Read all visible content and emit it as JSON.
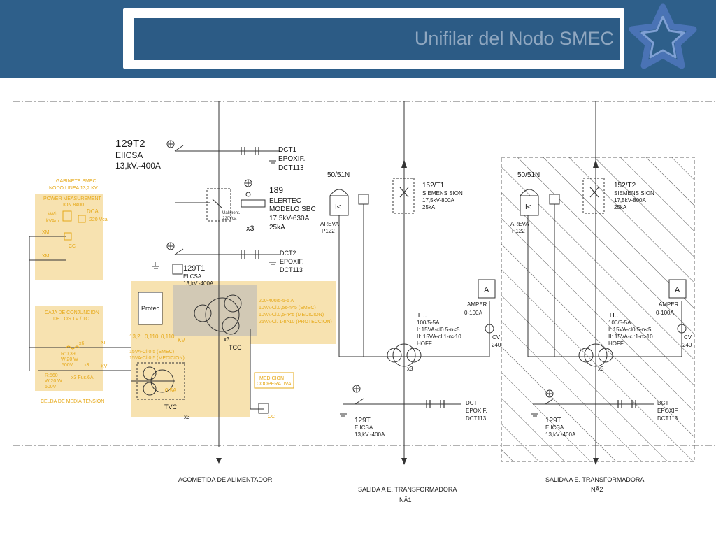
{
  "header": {
    "title": "Unifilar del Nodo SMEC"
  },
  "colors": {
    "header_bg": "#2e5f8a",
    "title_bg": "#2c5b85",
    "title_text": "#8fa7c0",
    "highlight": "#f7e2b0",
    "annotation": "#e6a817",
    "line": "#333333",
    "logo": "#4a73b5"
  },
  "icons": [
    "star-logo-icon"
  ],
  "labels": {
    "t129t2_id": "129T2",
    "t129t2_mfr": "EIICSA",
    "t129t2_rating": "13,kV.-400A",
    "dct1_a": "DCT1",
    "dct1_b": "EPOXIF.",
    "dct1_c": "DCT113",
    "sw189_id": "189",
    "sw189_b": "ELERTEC",
    "sw189_c": "MODELO SBC",
    "sw189_d": "17,5kV-630A",
    "sw189_e": "25kA",
    "x3_top": "x3",
    "dct2_a": "DCT2",
    "dct2_b": "EPOXIF.",
    "dct2_c": "DCT113",
    "t129t1_id": "129T1",
    "t129t1_mfr": "EIICSA",
    "t129t1_rating": "13,kV.-400A",
    "gab_a": "GABINETE SMEC",
    "gab_b": "NODO LINEA 13,2 KV",
    "pm_a": "POWER MEASUREMENT",
    "pm_b": "ION 8400",
    "kwh": "kWh",
    "kvarh": "kVArh",
    "dca": "DCA",
    "dca_v": "220 Vca",
    "xm1": "XM",
    "xm2": "XM",
    "cc1": "CC",
    "caja_a": "CAJA DE CONJUNCION",
    "caja_b": "DE LOS TV / TC",
    "protec": "Protec",
    "tc_a": "200-400/5-5-5 A",
    "tc_b": "10VA-Cl.0,5s-n<5 (SMEC)",
    "tc_c": "10VA-Cl.0,5-n<5 (MEDICION)",
    "tc_d": "25VA-Cl. 1-n>10 (PROTECCION)",
    "tv_a": "13,2",
    "tv_b": "0,110",
    "tv_c": "0,110",
    "kv": "KV",
    "tv_d": "15VA-Cl.0,5 (SMEC)",
    "tv_e": "15VA-Cl.0,5 (MEDICION)",
    "x6": "x6",
    "xi": "XI",
    "r1_a": "R:0,39",
    "r1_b": "W:20 W",
    "r1_c": "500V",
    "r2_a": "R:560",
    "r2_b": "W:20 W",
    "r2_c": "500V",
    "x3_fus": "x3",
    "fus": "x3  Fus.6A",
    "xv": "XV",
    "celda": "CELDA DE MEDIA TENSION",
    "tcc": "TCC",
    "x3_tcc": "x3",
    "tvc": "TVC",
    "tvc_x3": "x3",
    "tv_05a": "0,5A",
    "med_a": "MEDICION",
    "med_b": "COOPERATIVA",
    "cc2": "CC",
    "auxv_a": "Ualiment.",
    "auxv_b": "220Vca",
    "rel1": "50/51N",
    "areva1_a": "AREVA",
    "areva1_b": "P122",
    "cb1_a": "152/T1",
    "cb1_b": "SIEMENS SION",
    "cb1_c": "17,5kV-800A",
    "cb1_d": "25kA",
    "amp1_a": "AMPER.",
    "amp1_b": "0-100A",
    "cv1_a": "CV",
    "cv1_b": "240",
    "ti1_a": "TI..",
    "ti1_b": "100/5-5A",
    "ti1_c": "I: 15VA-cl0.5-n<5",
    "ti1_d": "II: 15VA-cl:1-n>10",
    "ti1_e": "HOFF",
    "x3_ti1": "x3",
    "dct3_a": "DCT",
    "dct3_b": "EPOXIF.",
    "dct3_c": "DCT113",
    "t129t_a": "129T",
    "t129t_b": "EIICSA",
    "t129t_c": "13,kV.-400A",
    "rel2": "50/51N",
    "areva2_a": "AREVA",
    "areva2_b": "P122",
    "cb2_a": "152/T2",
    "cb2_b": "SIEMENS SION",
    "cb2_c": "17,5kV-800A",
    "cb2_d": "25kA",
    "amp2_a": "AMPER.",
    "amp2_b": "0-100A",
    "cv2_a": "CV",
    "cv2_b": "240",
    "ti2_a": "TI..",
    "ti2_b": "100/5-5A",
    "ti2_c": "I: 15VA-cl0.5-n<5",
    "ti2_d": "II: 15VA-cl:1-n>10",
    "ti2_e": "HOFF",
    "x3_ti2": "x3",
    "dct4_a": "DCT",
    "dct4_b": "EPOXIF.",
    "dct4_c": "DCT113",
    "t129t2b_a": "129T",
    "t129t2b_b": "EIICSA",
    "t129t2b_c": "13,kV.-400A",
    "acometida": "ACOMETIDA DE ALIMENTADOR",
    "salida1_a": "SALIDA A E. TRANSFORMADORA",
    "salida1_b": "NÂ1",
    "salida2_a": "SALIDA A E. TRANSFORMADORA",
    "salida2_b": "NÂ2"
  }
}
